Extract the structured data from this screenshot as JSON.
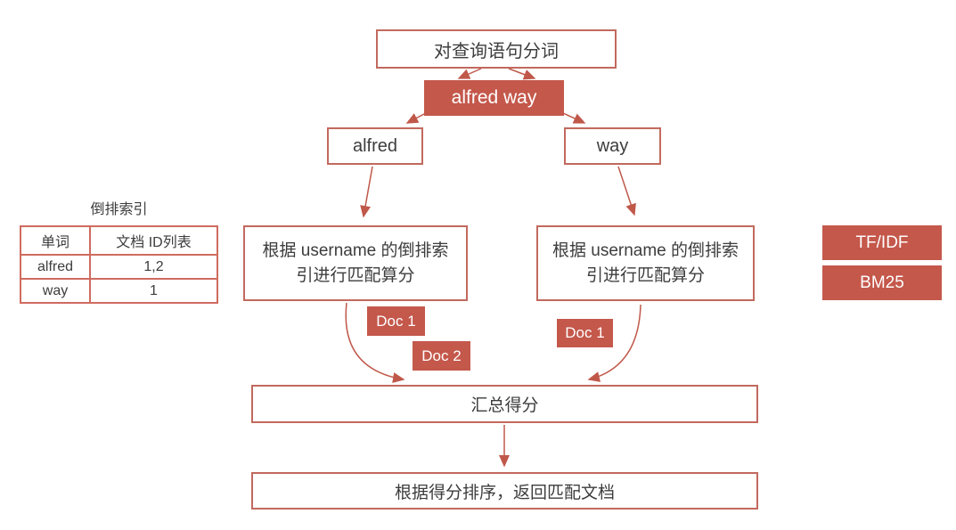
{
  "diagram_title_context": "倒排索引",
  "colors": {
    "accent_fill": "#c4584b",
    "box_border": "#c2695e",
    "table_border": "#cf6b5f",
    "arrow": "#c0584a",
    "text_dark": "#3d3d3d",
    "text_light": "#ffffff"
  },
  "flow": {
    "tokenize_step": "对查询语句分词",
    "query_phrase": "alfred way",
    "term_left": "alfred",
    "term_right": "way",
    "match_left": "根据 username 的倒排索引进行匹配算分",
    "match_right": "根据 username 的倒排索引进行匹配算分",
    "doc_badges": {
      "left": [
        "Doc 1",
        "Doc 2"
      ],
      "right": [
        "Doc 1"
      ]
    },
    "aggregate_step": "汇总得分",
    "sort_return_step": "根据得分排序，返回匹配文档"
  },
  "index_table": {
    "title": "倒排索引",
    "headers": [
      "单词",
      "文档 ID列表"
    ],
    "rows": [
      [
        "alfred",
        "1,2"
      ],
      [
        "way",
        "1"
      ]
    ]
  },
  "algorithms": {
    "tfidf": "TF/IDF",
    "bm25": "BM25"
  }
}
